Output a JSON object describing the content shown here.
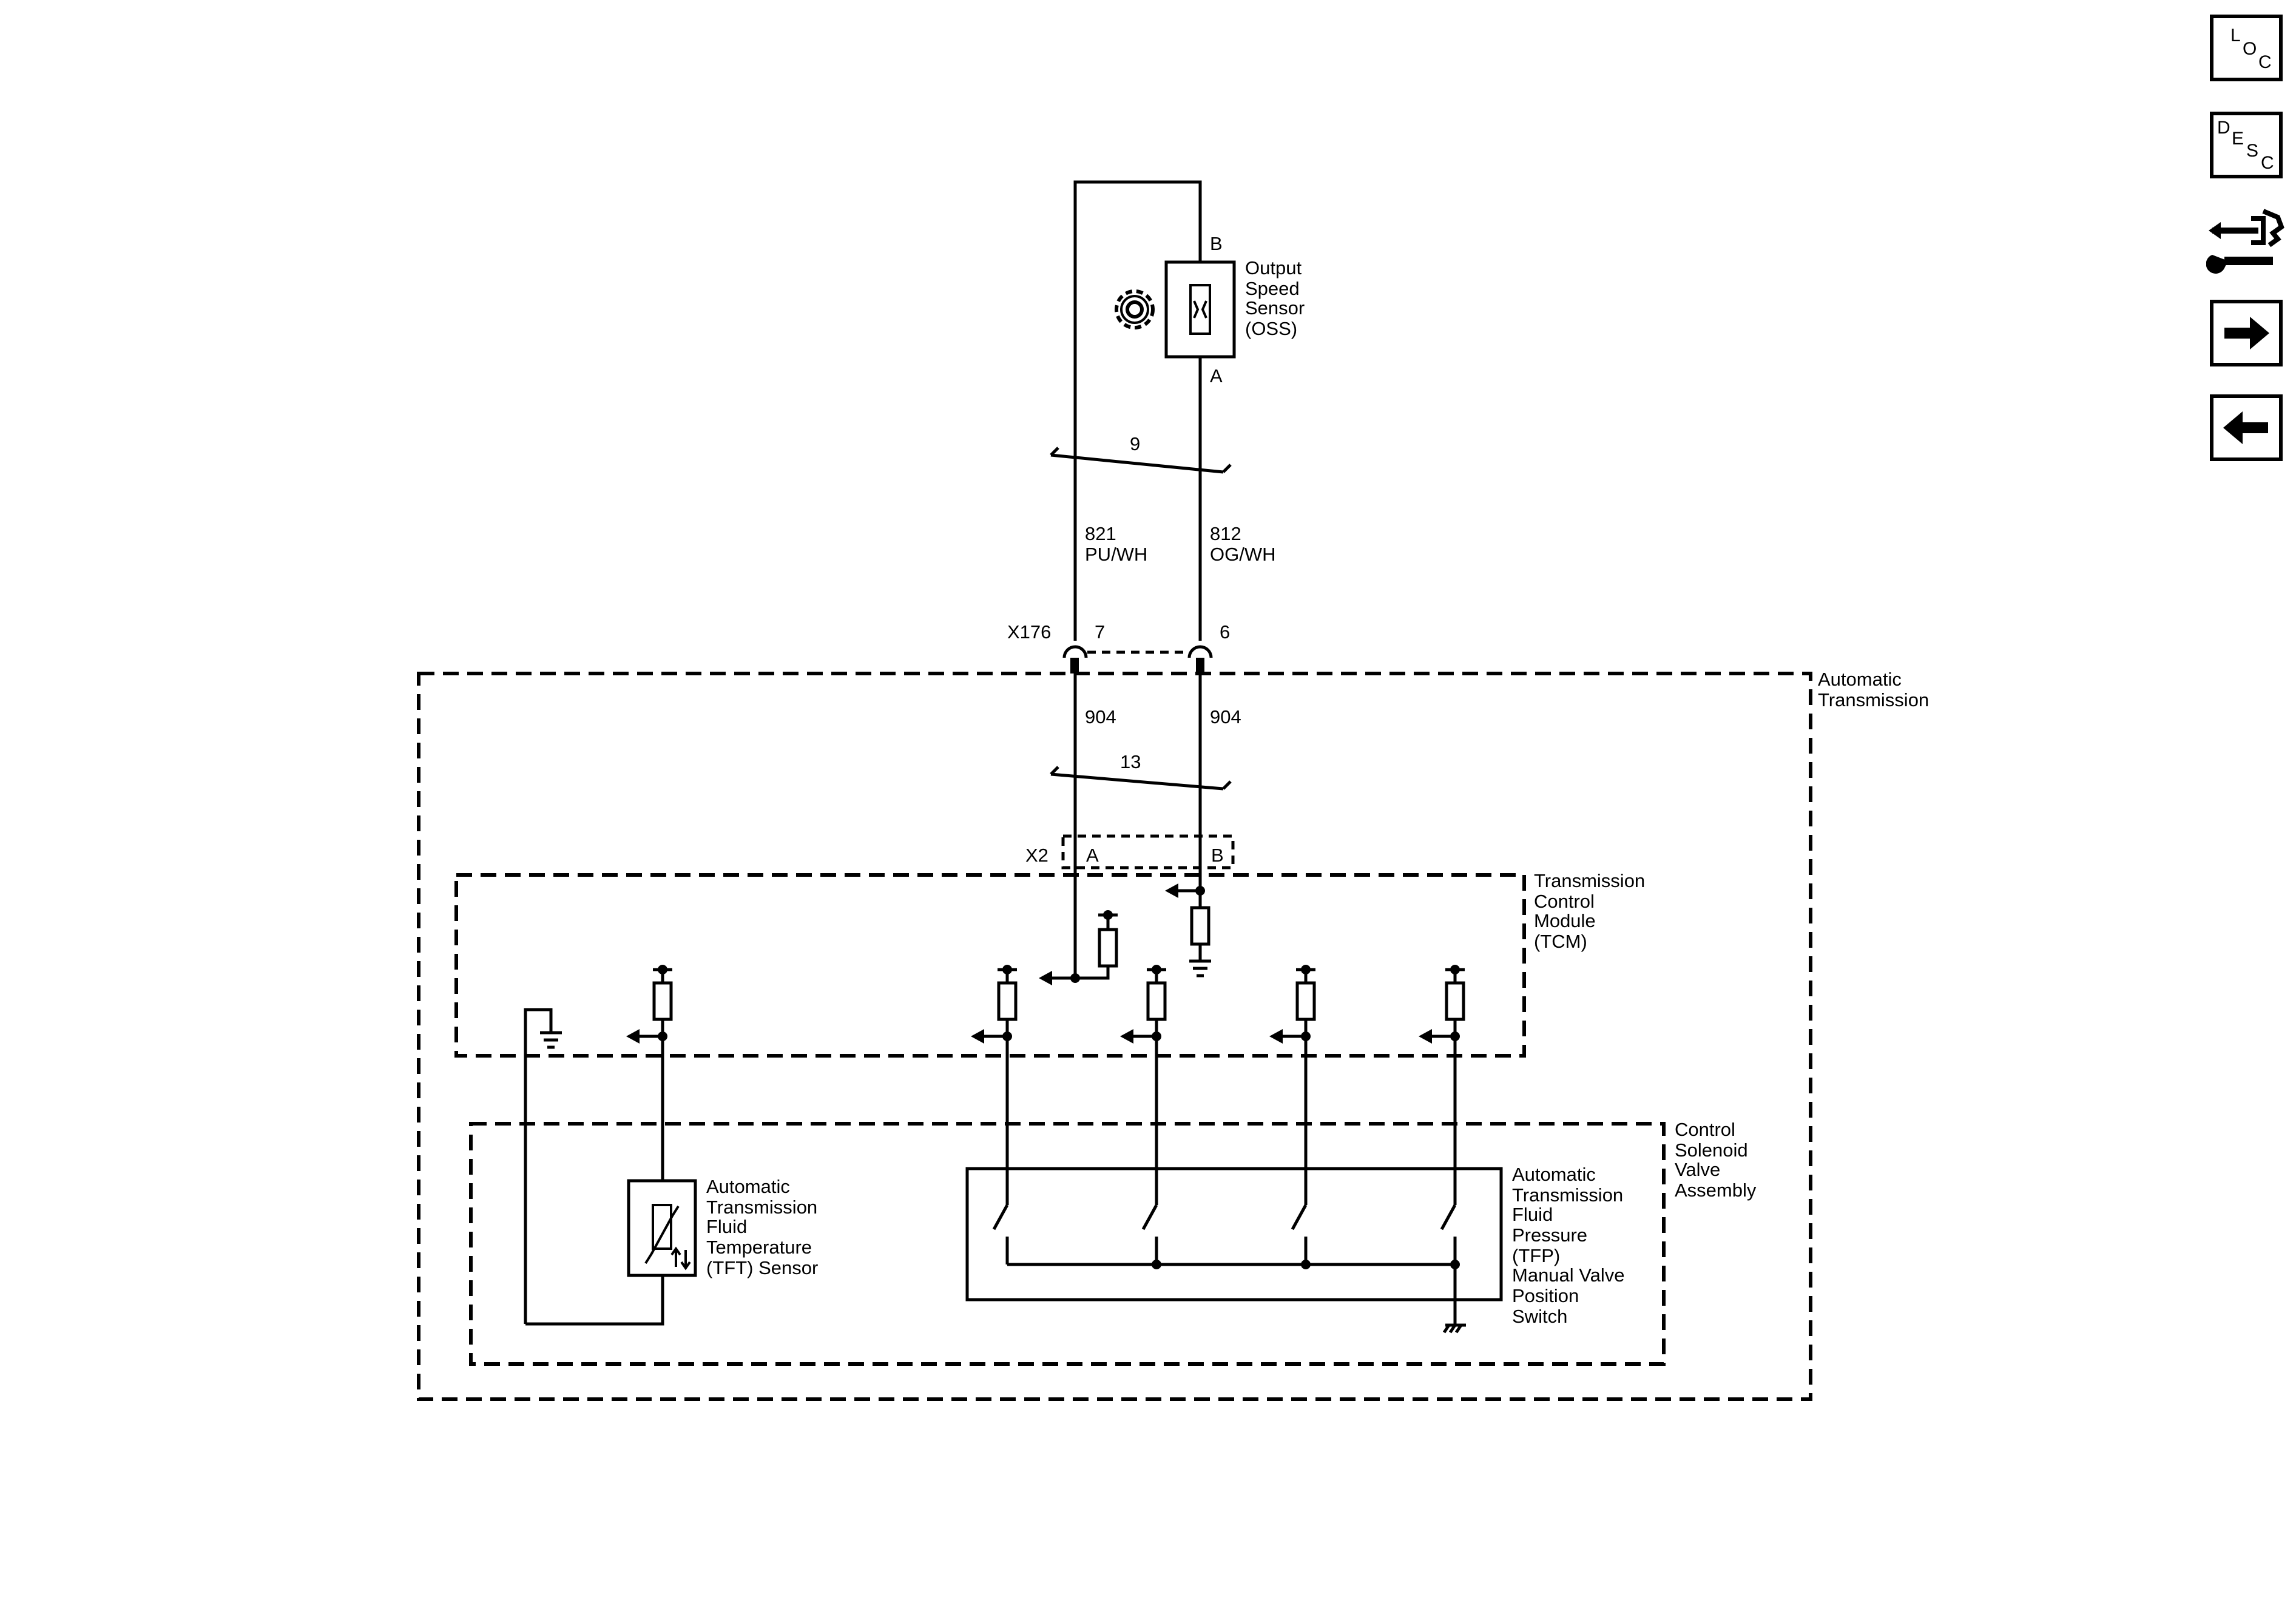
{
  "nav": {
    "loc": [
      "L",
      "O",
      "C"
    ],
    "desc": [
      "D",
      "E",
      "S",
      "C"
    ]
  },
  "components": {
    "oss": [
      "Output",
      "Speed",
      "Sensor",
      "(OSS)"
    ],
    "oss_pin_b": "B",
    "oss_pin_a": "A",
    "automatic_transmission": [
      "Automatic",
      "Transmission"
    ],
    "tcm": [
      "Transmission",
      "Control",
      "Module",
      "(TCM)"
    ],
    "csva": [
      "Control",
      "Solenoid",
      "Valve",
      "Assembly"
    ],
    "tft": [
      "Automatic",
      "Transmission",
      "Fluid",
      "Temperature",
      "(TFT) Sensor"
    ],
    "tfp": [
      "Automatic",
      "Transmission",
      "Fluid",
      "Pressure",
      "(TFP)",
      "Manual Valve",
      "Position",
      "Switch"
    ]
  },
  "wiring": {
    "twist_upper": "9",
    "twist_lower": "13",
    "wire_left": [
      "821",
      "PU/WH"
    ],
    "wire_right": [
      "812",
      "OG/WH"
    ],
    "harness_left": "904",
    "harness_right": "904",
    "connector_x176": "X176",
    "x176_pin_left": "7",
    "x176_pin_right": "6",
    "connector_x2": "X2",
    "x2_pin_left": "A",
    "x2_pin_right": "B"
  }
}
